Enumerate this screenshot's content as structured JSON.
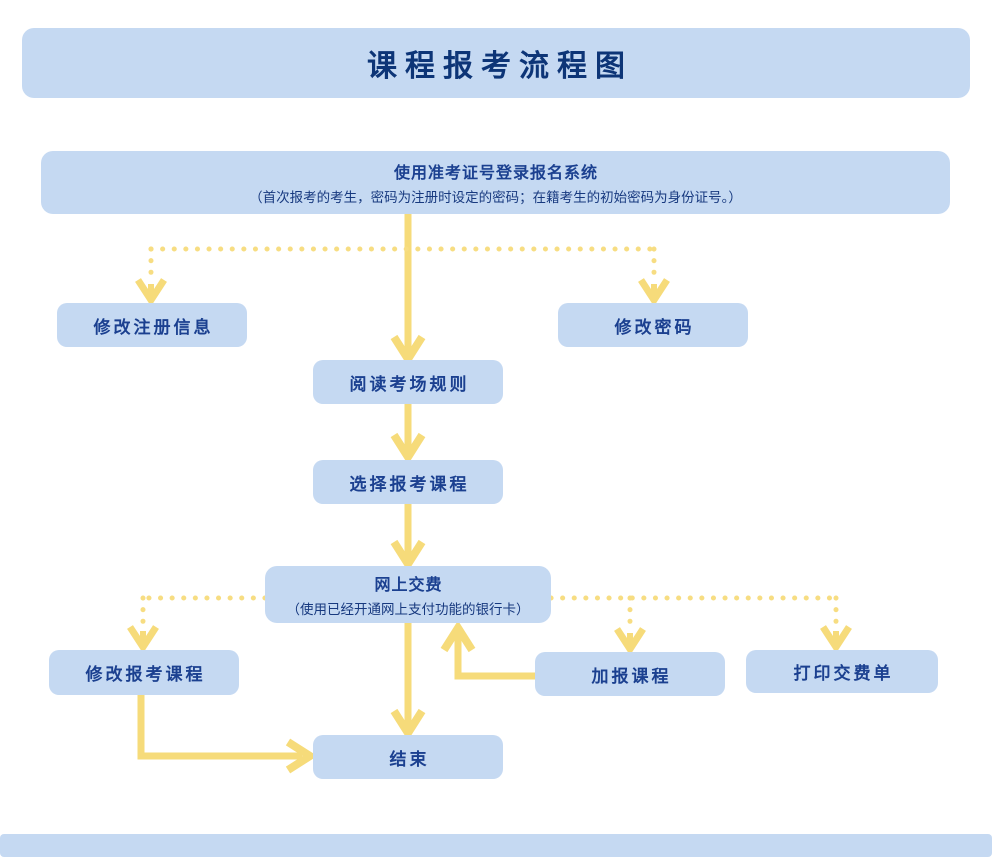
{
  "title": "课程报考流程图",
  "colors": {
    "box_fill": "#c5d9f2",
    "text_navy": "#1b4090",
    "title_navy": "#0d3577",
    "arrow_yellow": "#f6db7a",
    "background": "#ffffff"
  },
  "nodes": {
    "login": {
      "label": "使用准考证号登录报名系统",
      "note": "（首次报考的考生，密码为注册时设定的密码；在籍考生的初始密码为身份证号。）"
    },
    "modify_reg": {
      "label": "修改注册信息"
    },
    "modify_pwd": {
      "label": "修改密码"
    },
    "read_rules": {
      "label": "阅读考场规则"
    },
    "select_courses": {
      "label": "选择报考课程"
    },
    "pay_online": {
      "label": "网上交费",
      "note": "（使用已经开通网上支付功能的银行卡）"
    },
    "modify_courses": {
      "label": "修改报考课程"
    },
    "add_courses": {
      "label": "加报课程"
    },
    "print_receipt": {
      "label": "打印交费单"
    },
    "end": {
      "label": "结束"
    }
  },
  "edges": [
    {
      "from": "login",
      "to": "read_rules",
      "style": "solid"
    },
    {
      "from": "login",
      "to": "modify_reg",
      "style": "dotted"
    },
    {
      "from": "login",
      "to": "modify_pwd",
      "style": "dotted"
    },
    {
      "from": "read_rules",
      "to": "select_courses",
      "style": "solid"
    },
    {
      "from": "select_courses",
      "to": "pay_online",
      "style": "solid"
    },
    {
      "from": "pay_online",
      "to": "end",
      "style": "solid"
    },
    {
      "from": "pay_online",
      "to": "modify_courses",
      "style": "dotted"
    },
    {
      "from": "pay_online",
      "to": "add_courses",
      "style": "dotted"
    },
    {
      "from": "pay_online",
      "to": "print_receipt",
      "style": "dotted"
    },
    {
      "from": "modify_courses",
      "to": "end",
      "style": "solid"
    },
    {
      "from": "add_courses",
      "to": "pay_online",
      "style": "solid"
    }
  ]
}
